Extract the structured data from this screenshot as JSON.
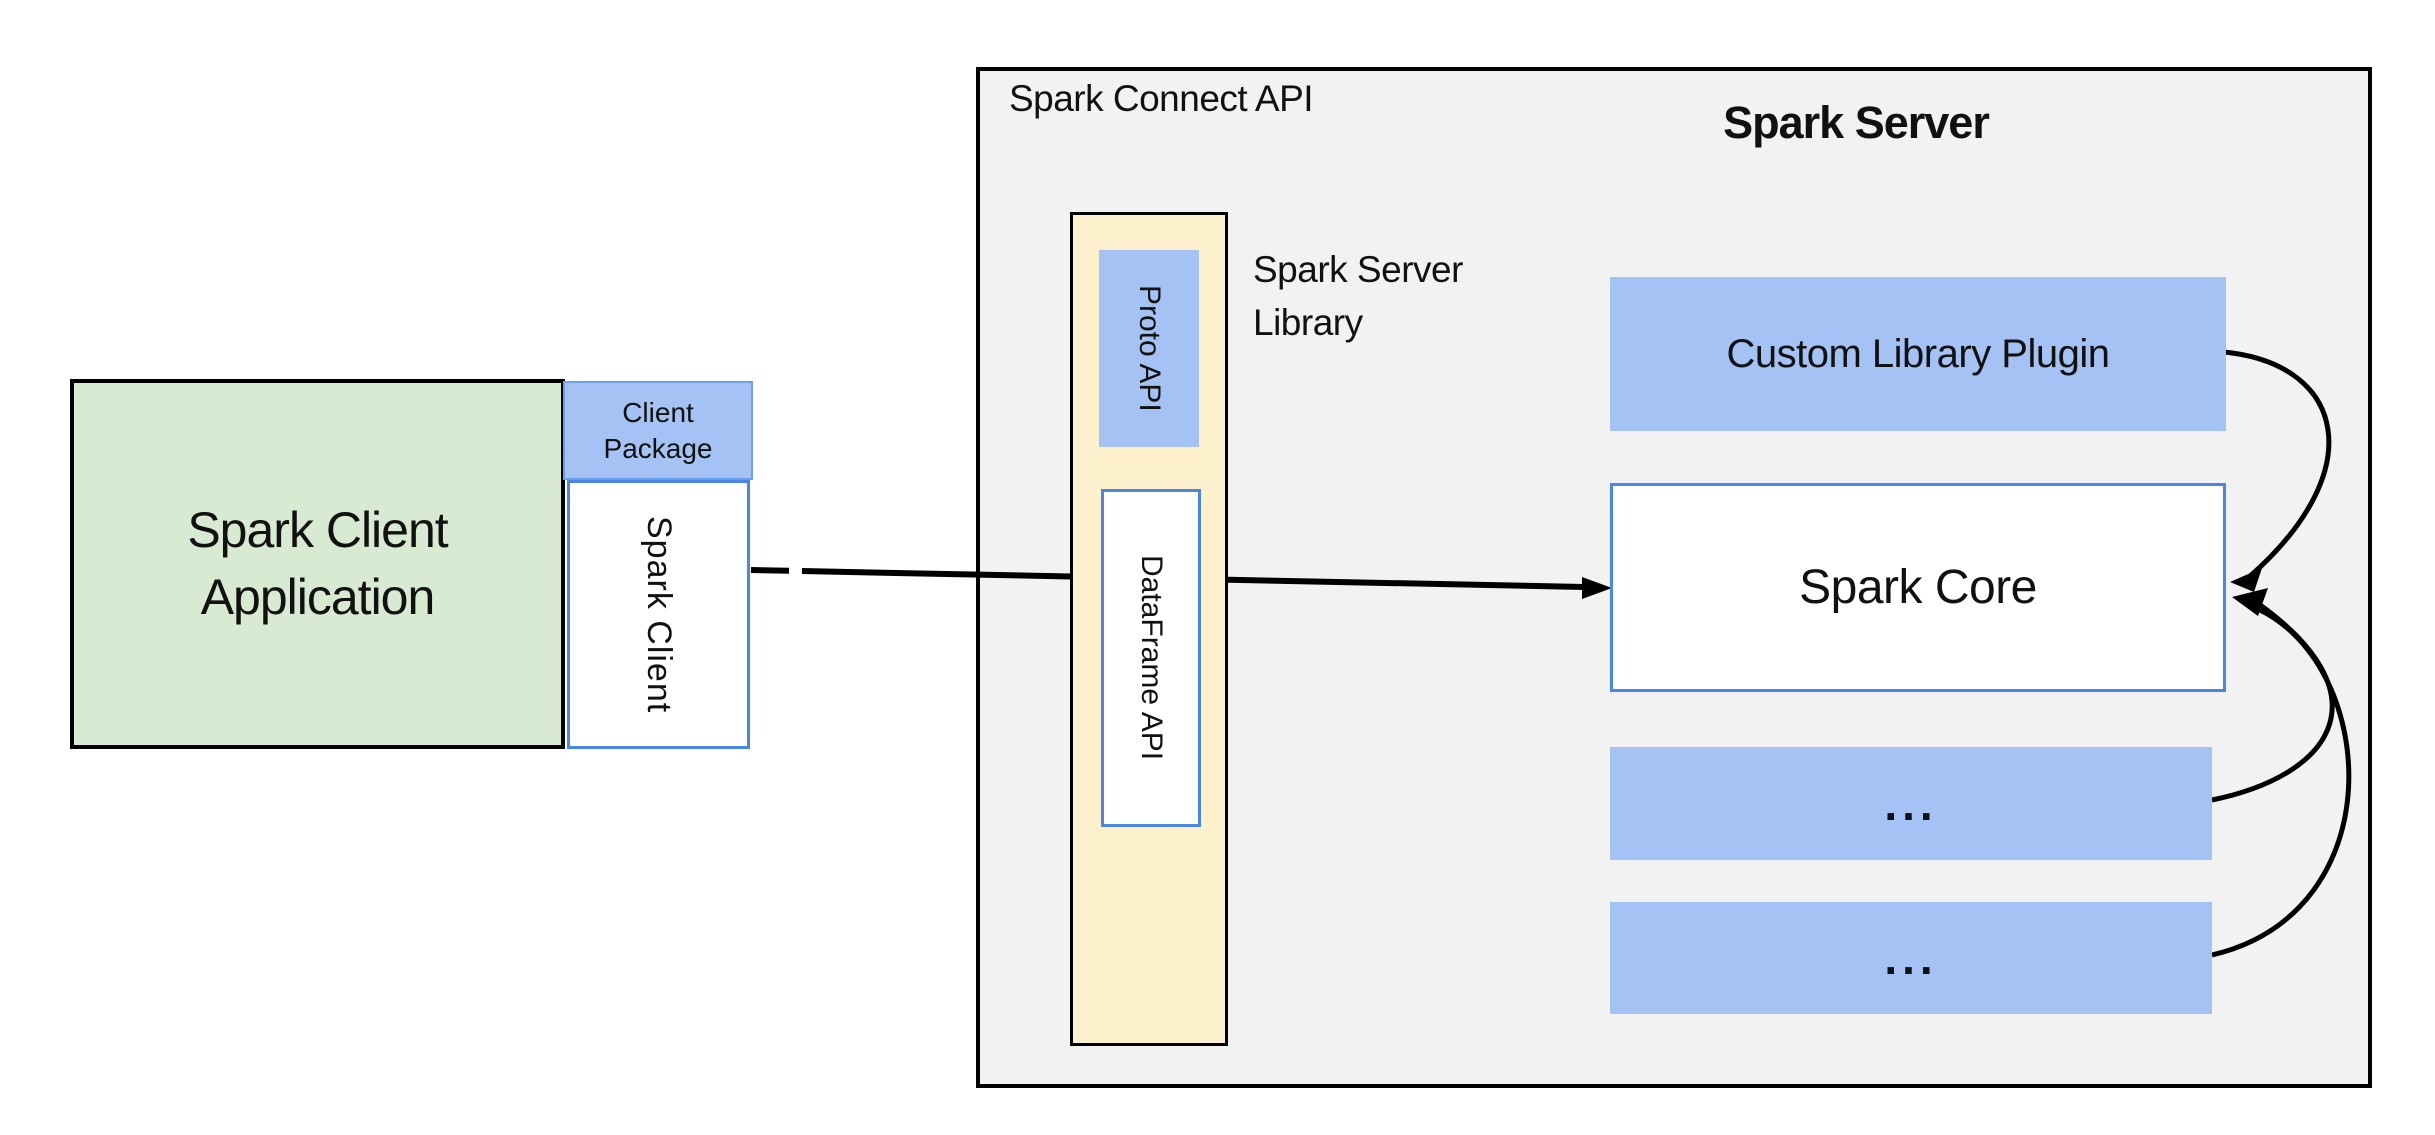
{
  "labels": {
    "spark_connect_api": "Spark Connect API",
    "spark_server": "Spark Server",
    "spark_server_library": "Spark Server Library"
  },
  "client": {
    "application_label": "Spark Client Application",
    "package_label": "Client Package",
    "spark_client_label": "Spark Client"
  },
  "connect_api_column": {
    "proto_api_label": "Proto API",
    "dataframe_api_label": "DataFrame API"
  },
  "server": {
    "custom_library_plugin_label": "Custom Library Plugin",
    "spark_core_label": "Spark Core",
    "plugin_placeholders": [
      {
        "label": "..."
      },
      {
        "label": "..."
      }
    ]
  },
  "colors": {
    "box_blue_fill": "#a4c2f4",
    "box_blue_border": "#4a86e8",
    "green_fill": "#d9ead3",
    "yellow_fill": "#fdf0cd",
    "server_panel_fill": "#f2f2f2",
    "line_black": "#000000"
  }
}
